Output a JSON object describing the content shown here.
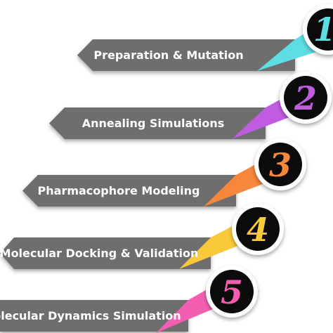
{
  "steps": [
    {
      "number": "1",
      "label": "Preparation & Mutation",
      "accent": "#5fdde5"
    },
    {
      "number": "2",
      "label": "Annealing Simulations",
      "accent": "#c05ce0"
    },
    {
      "number": "3",
      "label": "Pharmacophore Modeling",
      "accent": "#f7873a"
    },
    {
      "number": "4",
      "label": "Molecular Docking & Validation",
      "accent": "#f9c93a"
    },
    {
      "number": "5",
      "label": "Molecular Dynamics Simulation",
      "accent": "#f25fb0"
    }
  ],
  "colors": {
    "banner": "#6e6e6e",
    "circle": "#0b0b0b",
    "ring": "#ffffff"
  }
}
